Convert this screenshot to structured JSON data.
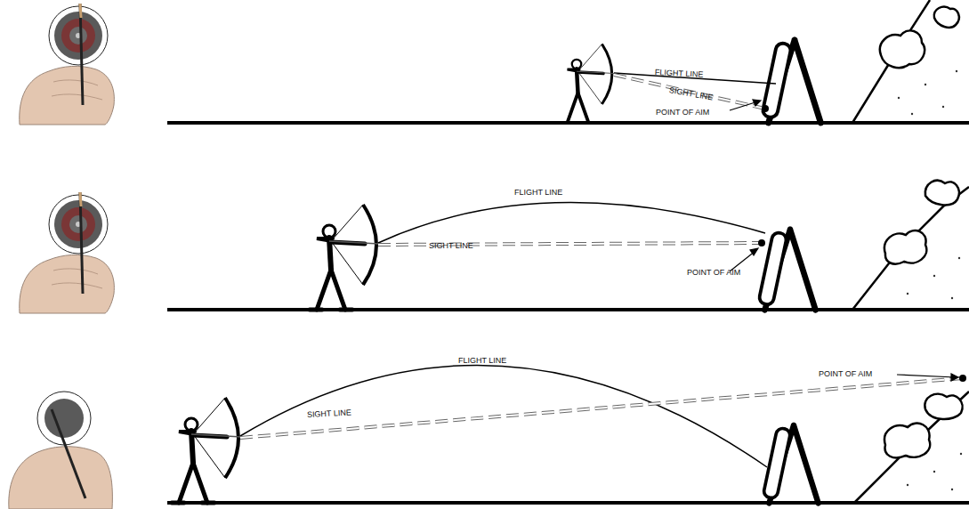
{
  "diagram": {
    "labels": [
      "FLIGHT LINE",
      "SIGHT LINE",
      "POINT OF AIM",
      "FLIGHT LINE",
      "SIGHT LINE",
      "POINT OF AIM",
      "FLIGHT LINE",
      "SIGHT LINE",
      "POINT OF AIM"
    ]
  }
}
